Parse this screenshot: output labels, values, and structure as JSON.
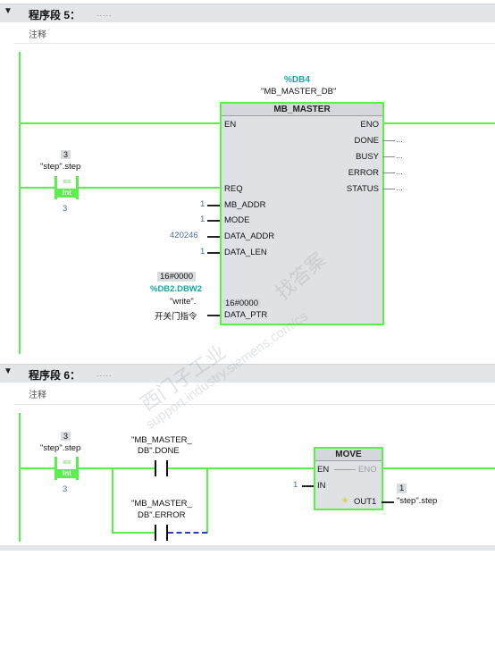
{
  "network5": {
    "title": "程序段 5：",
    "dots": ".....",
    "comment": "注释",
    "db_address": "%DB4",
    "db_name": "\"MB_MASTER_DB\"",
    "block_name": "MB_MASTER",
    "pins_left": [
      "EN",
      "REQ",
      "MB_ADDR",
      "MODE",
      "DATA_ADDR",
      "DATA_LEN",
      "DATA_PTR"
    ],
    "pins_right": [
      "ENO",
      "DONE",
      "BUSY",
      "ERROR",
      "STATUS"
    ],
    "right_dots": [
      "...",
      "...",
      "...",
      "..."
    ],
    "compare_value": "3",
    "compare_operand": "\"step\".step",
    "compare_op": "==",
    "compare_type": "Int",
    "compare_constant": "3",
    "mb_addr_value": "1",
    "mode_value": "1",
    "data_addr_value": "420246",
    "data_len_value": "1",
    "ptr_value": "16#0000",
    "ptr_address": "%DB2.DBW2",
    "ptr_symbol": "\"write\".",
    "ptr_symbol2": "开关门指令",
    "ptr_inner_value": "16#0000"
  },
  "network6": {
    "title": "程序段 6：",
    "dots": ".....",
    "comment": "注释",
    "compare_value": "3",
    "compare_operand": "\"step\".step",
    "compare_op": "==",
    "compare_type": "Int",
    "compare_constant": "3",
    "done_contact_1": "\"MB_MASTER_",
    "done_contact_2": "DB\".DONE",
    "error_contact_1": "\"MB_MASTER_",
    "error_contact_2": "DB\".ERROR",
    "move_name": "MOVE",
    "move_en": "EN",
    "move_eno": "ENO",
    "move_in": "IN",
    "move_out": "OUT1",
    "in_value": "1",
    "out_value": "1",
    "out_operand": "\"step\".step"
  },
  "watermark": {
    "line1": "西门子工业",
    "line2": "找答案",
    "line3": "support.industry.siemens.com/cs"
  },
  "colors": {
    "rung": "#5af04a",
    "teal": "#1fa5a0",
    "header_bg": "#e2e6e9",
    "block_bg": "#dfe2e5"
  }
}
